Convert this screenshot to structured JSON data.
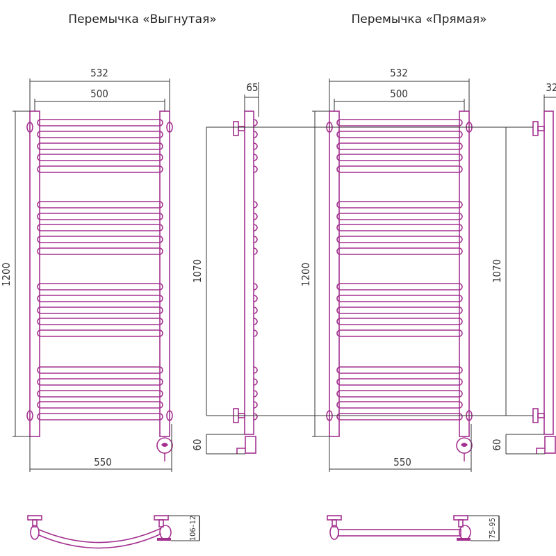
{
  "colors": {
    "product": "#a3308f",
    "dimension": "#333333"
  },
  "panels": [
    {
      "title": "Перемычка «Выгнутая»",
      "bar_style": "curved",
      "dims": {
        "overall_width": "532",
        "rail_spacing": "500",
        "depth": "65",
        "height": "1200",
        "connection_spacing": "1070",
        "bottom_offset": "60",
        "total_width": "550",
        "wall_distance": "106–12"
      }
    },
    {
      "title": "Перемычка «Прямая»",
      "bar_style": "straight",
      "dims": {
        "overall_width": "532",
        "rail_spacing": "500",
        "depth": "32",
        "height": "1200",
        "connection_spacing": "1070",
        "bottom_offset": "60",
        "total_width": "550",
        "wall_distance": "75–95"
      }
    }
  ]
}
